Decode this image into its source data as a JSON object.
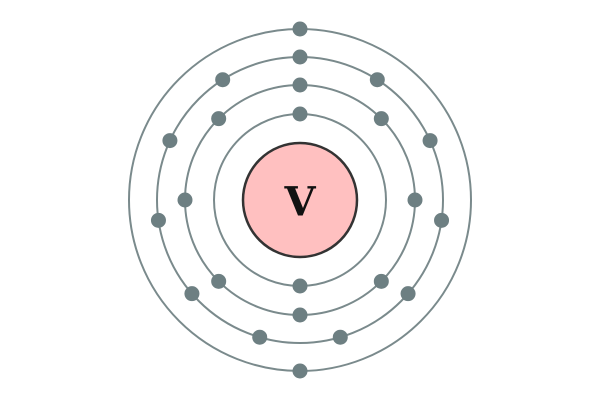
{
  "element": {
    "symbol": "V"
  },
  "shells": [
    {
      "electrons": 2
    },
    {
      "electrons": 8
    },
    {
      "electrons": 11
    },
    {
      "electrons": 2
    }
  ],
  "colors": {
    "nucleus_fill": "#ffc0c0",
    "nucleus_stroke": "#333333",
    "shell_stroke": "#7a8a8c",
    "electron_fill": "#6d7f82",
    "symbol_color": "#111111"
  }
}
